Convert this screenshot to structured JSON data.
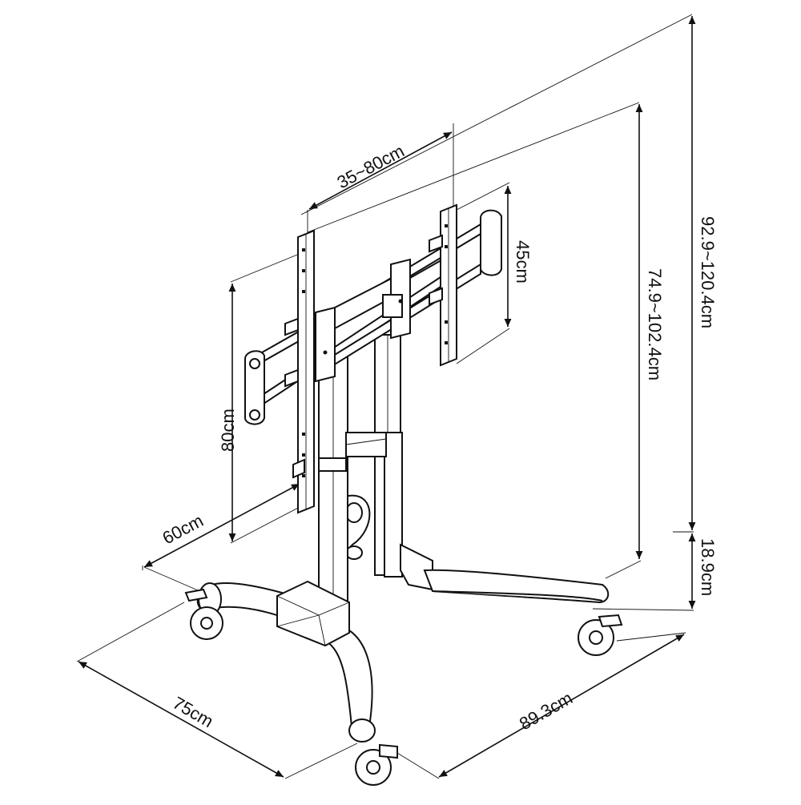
{
  "diagram": {
    "dimensions": {
      "width_range": "35~80cm",
      "bracket_height": "45cm",
      "height_range_inner": "74.9~102.4cm",
      "height_range_outer": "92.9~120.4cm",
      "base_height": "18.9cm",
      "mount_height": "80cm",
      "mount_width": "60cm",
      "base_depth": "75cm",
      "base_width": "89.3cm"
    },
    "colors": {
      "line": "#111111",
      "background": "#ffffff"
    }
  }
}
